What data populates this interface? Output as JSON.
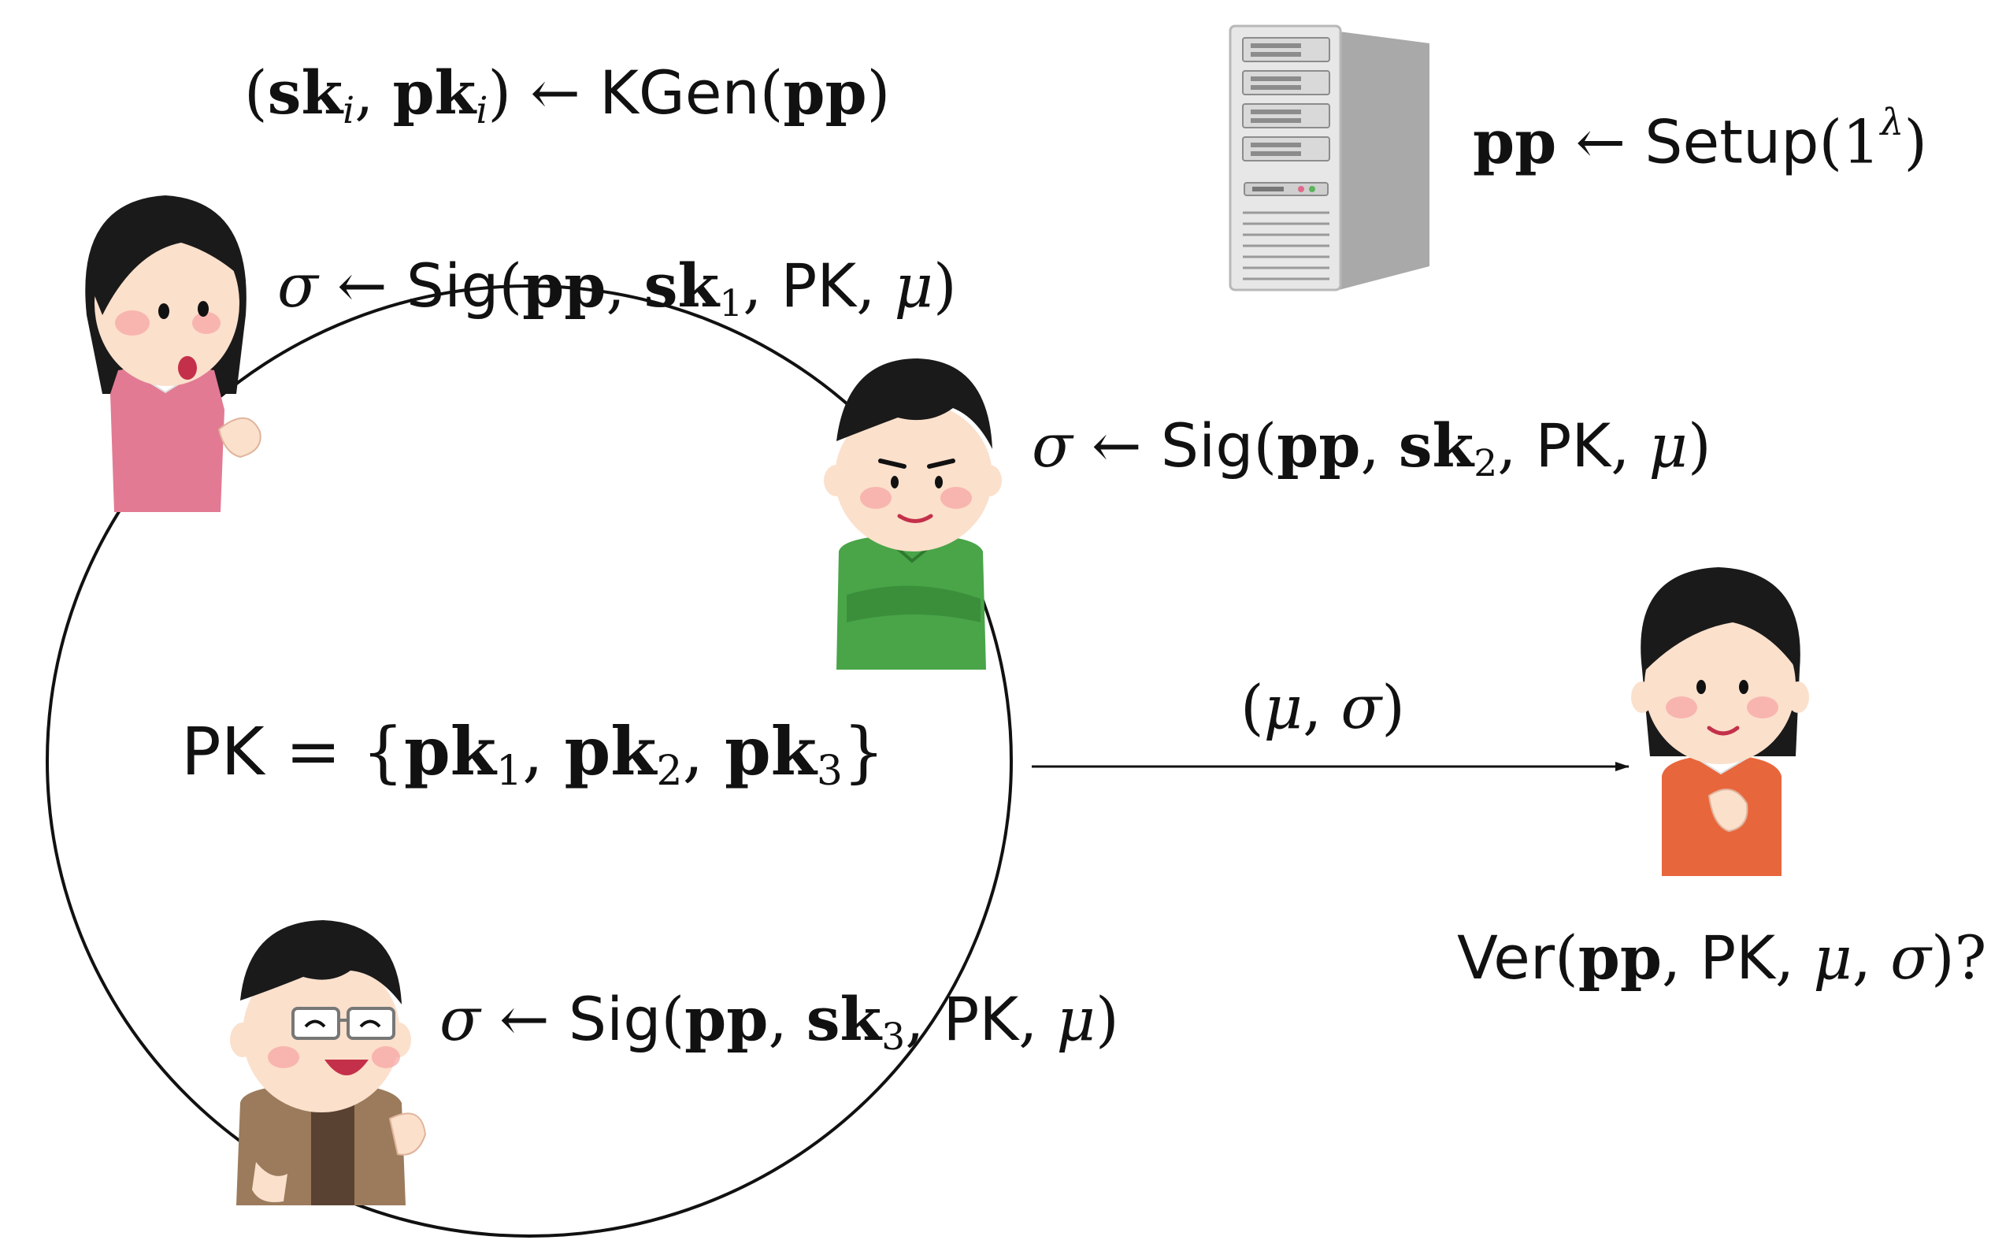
{
  "diagram": {
    "kgen_formula": {
      "open": "(",
      "sk": "sk",
      "i1": "i",
      "comma": ", ",
      "pk": "pk",
      "i2": "i",
      "close": ")",
      "arrow": " ← ",
      "func": "KGen",
      "arg_open": "(",
      "pp": "pp",
      "arg_close": ")"
    },
    "setup_formula": {
      "pp": "pp",
      "arrow": " ← ",
      "func": "Setup",
      "open": "(",
      "one": "1",
      "lambda": "λ",
      "close": ")"
    },
    "sig1_formula": {
      "sigma": "σ",
      "arrow": " ← ",
      "func": "Sig",
      "open": "(",
      "pp": "pp",
      "c1": ", ",
      "sk": "sk",
      "idx": "1",
      "c2": ", ",
      "PK": "PK",
      "c3": ", ",
      "mu": "μ",
      "close": ")"
    },
    "sig2_formula": {
      "sigma": "σ",
      "arrow": " ← ",
      "func": "Sig",
      "open": "(",
      "pp": "pp",
      "c1": ", ",
      "sk": "sk",
      "idx": "2",
      "c2": ", ",
      "PK": "PK",
      "c3": ", ",
      "mu": "μ",
      "close": ")"
    },
    "sig3_formula": {
      "sigma": "σ",
      "arrow": " ← ",
      "func": "Sig",
      "open": "(",
      "pp": "pp",
      "c1": ", ",
      "sk": "sk",
      "idx": "3",
      "c2": ", ",
      "PK": "PK",
      "c3": ", ",
      "mu": "μ",
      "close": ")"
    },
    "pk_set_formula": {
      "PK": "PK",
      "eq": " = ",
      "lbrace": "{",
      "pk1": "pk",
      "i1": "1",
      "c1": ", ",
      "pk2": "pk",
      "i2": "2",
      "c2": ", ",
      "pk3": "pk",
      "i3": "3",
      "rbrace": "}"
    },
    "message_label": {
      "open": "(",
      "mu": "μ",
      "comma": ", ",
      "sigma": "σ",
      "close": ")"
    },
    "verify_formula": {
      "func": "Ver",
      "open": "(",
      "pp": "pp",
      "c1": ", ",
      "PK": "PK",
      "c2": ", ",
      "mu": "μ",
      "c3": ", ",
      "sigma": "σ",
      "close": ")?"
    }
  },
  "colors": {
    "line": "#111111",
    "skin": "#fbe0cc",
    "hair": "#1a1a1a",
    "signer1_shirt": "#e27a93",
    "signer2_shirt": "#49a548",
    "signer3_jacket": "#9b7b5c",
    "verifier_shirt": "#e8663c",
    "server_front": "#e7e7e7",
    "server_side": "#a9a9a9"
  },
  "icons": [
    "server-icon",
    "signer-1-woman-icon",
    "signer-2-man-icon",
    "signer-3-man-glasses-icon",
    "verifier-woman-icon"
  ]
}
